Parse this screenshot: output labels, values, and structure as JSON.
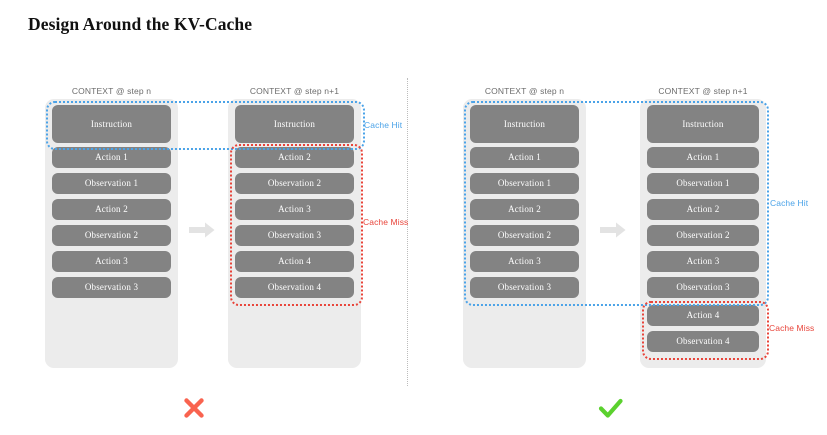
{
  "page": {
    "title": "Design Around the KV-Cache",
    "background": "#ffffff"
  },
  "colors": {
    "block_fill": "#838383",
    "block_text": "#ffffff",
    "container_fill": "#ececec",
    "cache_hit": "#4ba3e8",
    "cache_miss": "#e8443a",
    "divider": "#bcbcbc",
    "arrow": "#e3e3e3",
    "cross_mark": "#f9634f",
    "check_mark": "#5bd12e",
    "header_text": "#6c6c6c",
    "title_text": "#111111"
  },
  "labels": {
    "context_step_n": "CONTEXT @ step n",
    "context_step_n1": "CONTEXT @ step n+1",
    "cache_hit": "Cache Hit",
    "cache_miss": "Cache Miss",
    "instruction": "Instruction",
    "action_1": "Action 1",
    "action_2": "Action 2",
    "action_3": "Action 3",
    "action_4": "Action 4",
    "observation_1": "Observation 1",
    "observation_2": "Observation 2",
    "observation_3": "Observation 3",
    "observation_4": "Observation 4"
  },
  "panels": [
    {
      "id": "bad-example",
      "verdict": "cross",
      "verdict_glyph": "✕",
      "columns": [
        {
          "id": "left",
          "header": "CONTEXT @ step n",
          "blocks": [
            "Instruction",
            "Action 1",
            "Observation 1",
            "Action 2",
            "Observation 2",
            "Action 3",
            "Observation 3"
          ]
        },
        {
          "id": "right",
          "header": "CONTEXT @ step n+1",
          "blocks": [
            "Instruction",
            "Action 2",
            "Observation 2",
            "Action 3",
            "Observation 3",
            "Action 4",
            "Observation 4"
          ]
        }
      ],
      "annotations": [
        {
          "text": "Cache Hit",
          "kind": "hit"
        },
        {
          "text": "Cache Miss",
          "kind": "miss"
        }
      ]
    },
    {
      "id": "good-example",
      "verdict": "check",
      "verdict_glyph": "✓",
      "columns": [
        {
          "id": "left",
          "header": "CONTEXT @ step n",
          "blocks": [
            "Instruction",
            "Action 1",
            "Observation 1",
            "Action 2",
            "Observation 2",
            "Action 3",
            "Observation 3"
          ]
        },
        {
          "id": "right",
          "header": "CONTEXT @ step n+1",
          "blocks": [
            "Instruction",
            "Action 1",
            "Observation 1",
            "Action 2",
            "Observation 2",
            "Action 3",
            "Observation 3",
            "Action 4",
            "Observation 4"
          ]
        }
      ],
      "annotations": [
        {
          "text": "Cache Hit",
          "kind": "hit"
        },
        {
          "text": "Cache Miss",
          "kind": "miss"
        }
      ]
    }
  ]
}
